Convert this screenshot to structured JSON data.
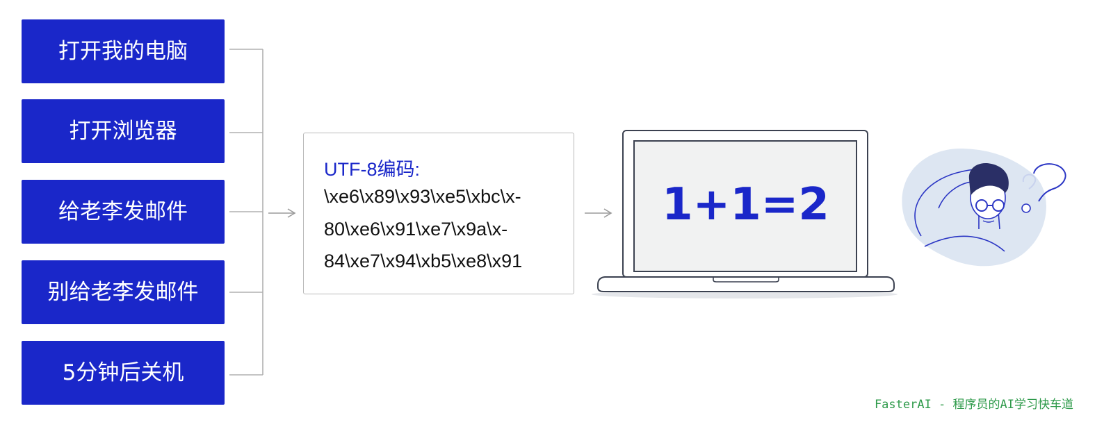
{
  "commands": [
    {
      "label": "打开我的电脑"
    },
    {
      "label": "打开浏览器"
    },
    {
      "label": "给老李发邮件"
    },
    {
      "label": "别给老李发邮件"
    },
    {
      "label": "5分钟后关机"
    }
  ],
  "encoding": {
    "title": "UTF-8编码:",
    "lines": [
      "\\xe6\\x89\\x93\\xe5\\xbc\\x-",
      "80\\xe6\\x91\\xe7\\x9a\\x-",
      "84\\xe7\\x94\\xb5\\xe8\\x91"
    ]
  },
  "laptop": {
    "screen_text": "1+1=2"
  },
  "footer": "FasterAI - 程序员的AI学习快车道",
  "colors": {
    "accent": "#1a27c9",
    "line": "#b0b0b0",
    "footer": "#2e9a4a",
    "blob": "#dde6f2"
  },
  "icons": [
    "arrow-right-icon",
    "laptop-icon",
    "confused-person-icon"
  ]
}
